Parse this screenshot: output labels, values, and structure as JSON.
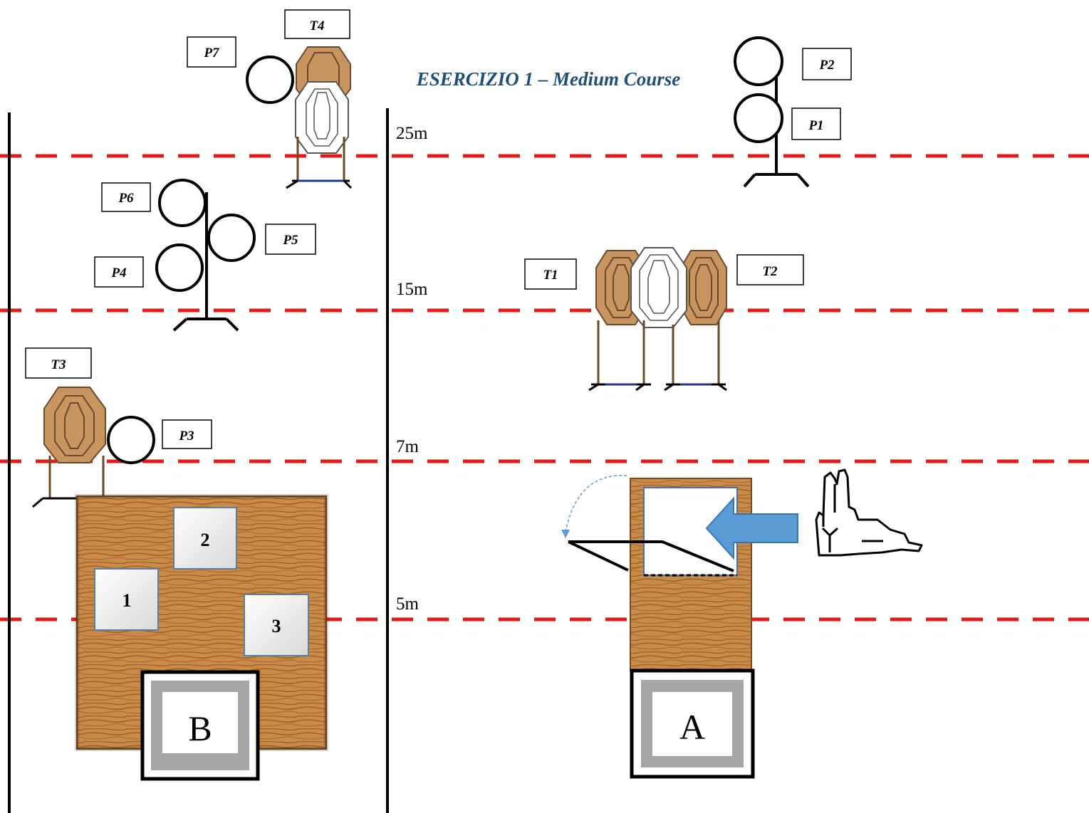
{
  "title": "ESERCIZIO 1 – Medium Course",
  "distances": [
    "25m",
    "15m",
    "7m",
    "5m"
  ],
  "steel_plates": [
    "P1",
    "P2",
    "P3",
    "P4",
    "P5",
    "P6",
    "P7"
  ],
  "targets": [
    "T1",
    "T2",
    "T3",
    "T4"
  ],
  "table_positions": [
    "1",
    "2",
    "3"
  ],
  "stations": [
    "A",
    "B"
  ],
  "colors": {
    "distance_line": "#e31b1b",
    "title": "#1f4e79",
    "wood": "#c98a4a",
    "target_brown": "#c8945f",
    "arrow": "#5b9bd5",
    "stand_base": "#1f3a8a"
  },
  "icons": [
    "stop-hand-icon",
    "direction-arrow-icon",
    "swing-arrow-icon"
  ]
}
